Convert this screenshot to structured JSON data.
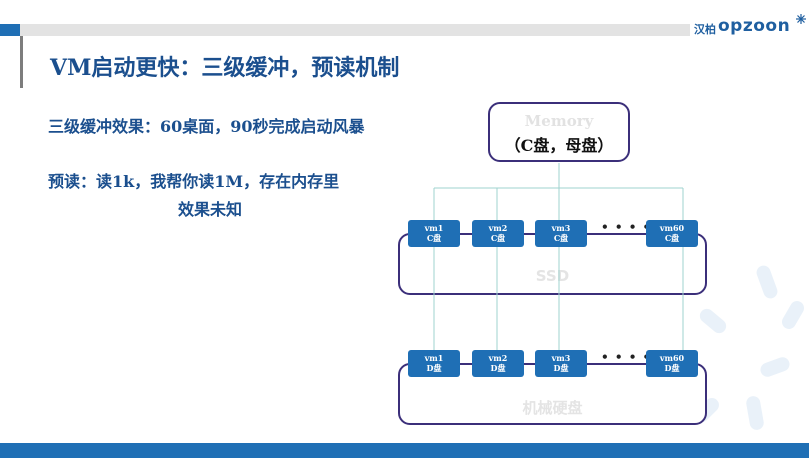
{
  "logo": {
    "cn": "汉柏",
    "en": "opzoon"
  },
  "slide_title": "VM启动更快：三级缓冲，预读机制",
  "body": {
    "line1": "三级缓冲效果：60桌面，90秒完成启动风暴",
    "line2": "预读：读1k，我帮你读1M，存在内存里",
    "line3": "效果未知"
  },
  "memory": {
    "label": "Memory",
    "sub": "（C盘，母盘）"
  },
  "ssd": {
    "label": "SSD",
    "vms": [
      {
        "name": "vm1",
        "disk": "C盘"
      },
      {
        "name": "vm2",
        "disk": "C盘"
      },
      {
        "name": "vm3",
        "disk": "C盘"
      },
      {
        "name": "vm60",
        "disk": "C盘"
      }
    ],
    "dots": "• • •  • • •"
  },
  "hdd": {
    "label": "机械硬盘",
    "vms": [
      {
        "name": "vm1",
        "disk": "D盘"
      },
      {
        "name": "vm2",
        "disk": "D盘"
      },
      {
        "name": "vm3",
        "disk": "D盘"
      },
      {
        "name": "vm60",
        "disk": "D盘"
      }
    ],
    "dots": "• • •  • • •"
  },
  "colors": {
    "accent": "#1f6fb5",
    "title": "#1b4f8e",
    "border": "#3b2f7a",
    "connector": "#9fd3cf"
  }
}
